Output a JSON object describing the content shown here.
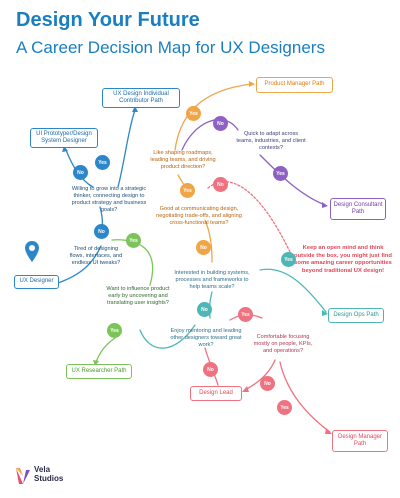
{
  "title": "Design Your Future",
  "subtitle": "A Career Decision Map for UX Designers",
  "boxes": {
    "ic": "UX Design Individual Contributor Path",
    "proto": "UI Prototyper/Design System Designer",
    "pm": "Product Manager Path",
    "consultant": "Design Consultant Path",
    "start": "UX Designer",
    "ops": "Design Ops Path",
    "researcher": "UX Researcher Path",
    "lead": "Design Lead",
    "manager": "Design Manager Path"
  },
  "questions": {
    "q1": "Tired of designing flows, interfaces, and endless UI tweaks?",
    "q2": "Willing to grow into a strategic thinker, connecting design to product strategy and business goals?",
    "q3": "Like shaping roadmaps, leading teams, and driving product direction?",
    "q4": "Quick to adapt across teams, industries, and client contexts?",
    "q5": "Good at communicating design, negotiating trade-offs, and aligning cross-functional teams?",
    "q6": "Want to influence product early by uncovering and translating user insights?",
    "q7": "Interested in building systems, processes and frameworks to help teams scale?",
    "q8": "Enjoy mentoring and leading other designers toward great work?",
    "q9": "Comfortable focusing mostly on people, KPIs, and operations?"
  },
  "note": "Keep an open mind and think outside the box, you might just find some amazing career opportunities beyond traditional UX design!",
  "labels": {
    "yes": "Yes",
    "no": "No"
  },
  "brand": {
    "line1": "Vela",
    "line2": "Studios"
  },
  "colors": {
    "blue": "#2d86c7",
    "orange": "#f0a548",
    "purple": "#8f60c4",
    "teal": "#4fb6b6",
    "green": "#7cc45a",
    "pink": "#ee7280"
  }
}
